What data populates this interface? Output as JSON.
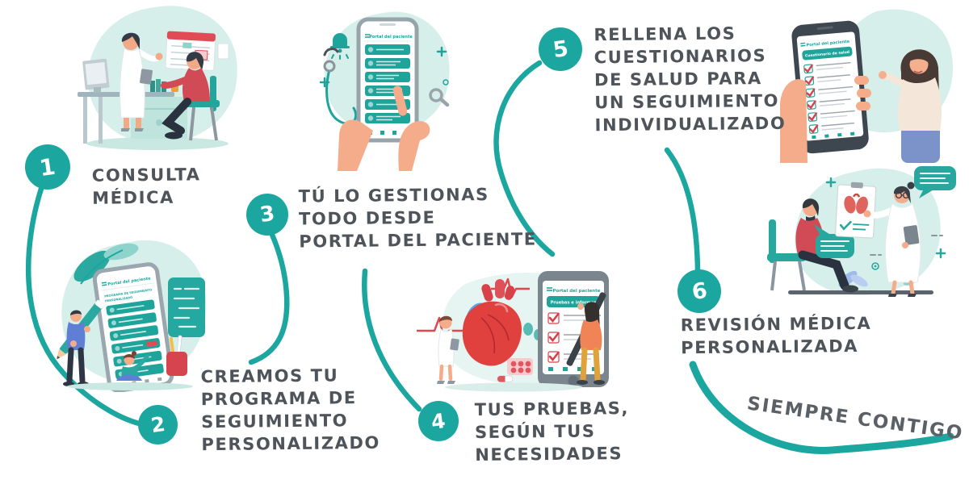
{
  "steps": [
    {
      "number": "1",
      "lines": [
        "CONSULTA",
        "MÉDICA"
      ]
    },
    {
      "number": "2",
      "lines": [
        "CREAMOS TU",
        "PROGRAMA DE",
        "SEGUIMIENTO",
        "PERSONALIZADO"
      ]
    },
    {
      "number": "3",
      "lines": [
        "TÚ LO GESTIONAS",
        "TODO DESDE",
        "PORTAL DEL PACIENTE"
      ]
    },
    {
      "number": "4",
      "lines": [
        "TUS PRUEBAS,",
        "SEGÚN TUS",
        "NECESIDADES"
      ]
    },
    {
      "number": "5",
      "lines": [
        "RELLENA LOS",
        "CUESTIONARIOS",
        "DE SALUD PARA",
        "UN SEGUIMIENTO",
        "INDIVIDUALIZADO"
      ]
    },
    {
      "number": "6",
      "lines": [
        "REVISIÓN MÉDICA",
        "PERSONALIZADA"
      ]
    }
  ],
  "tagline": "SIEMPRE CONTIGO",
  "app": {
    "header": "Portal del paciente",
    "tests_button": "Pruebas e informes",
    "questionnaire_button": "Cuestionario de salud",
    "program_title_1": "PROGRAMA DE SEGUIMIENTO",
    "program_title_2": "PERSONALIZADO"
  },
  "colors": {
    "teal": "#1BA6A0",
    "teal_button": "#1FA49B",
    "blob_light_teal": "#D6EFEA",
    "text_dark": "#4E545A",
    "red_accent": "#D8414A",
    "skin": "#F4AC8B",
    "navy": "#2A3240",
    "white": "#FFFFFF"
  }
}
